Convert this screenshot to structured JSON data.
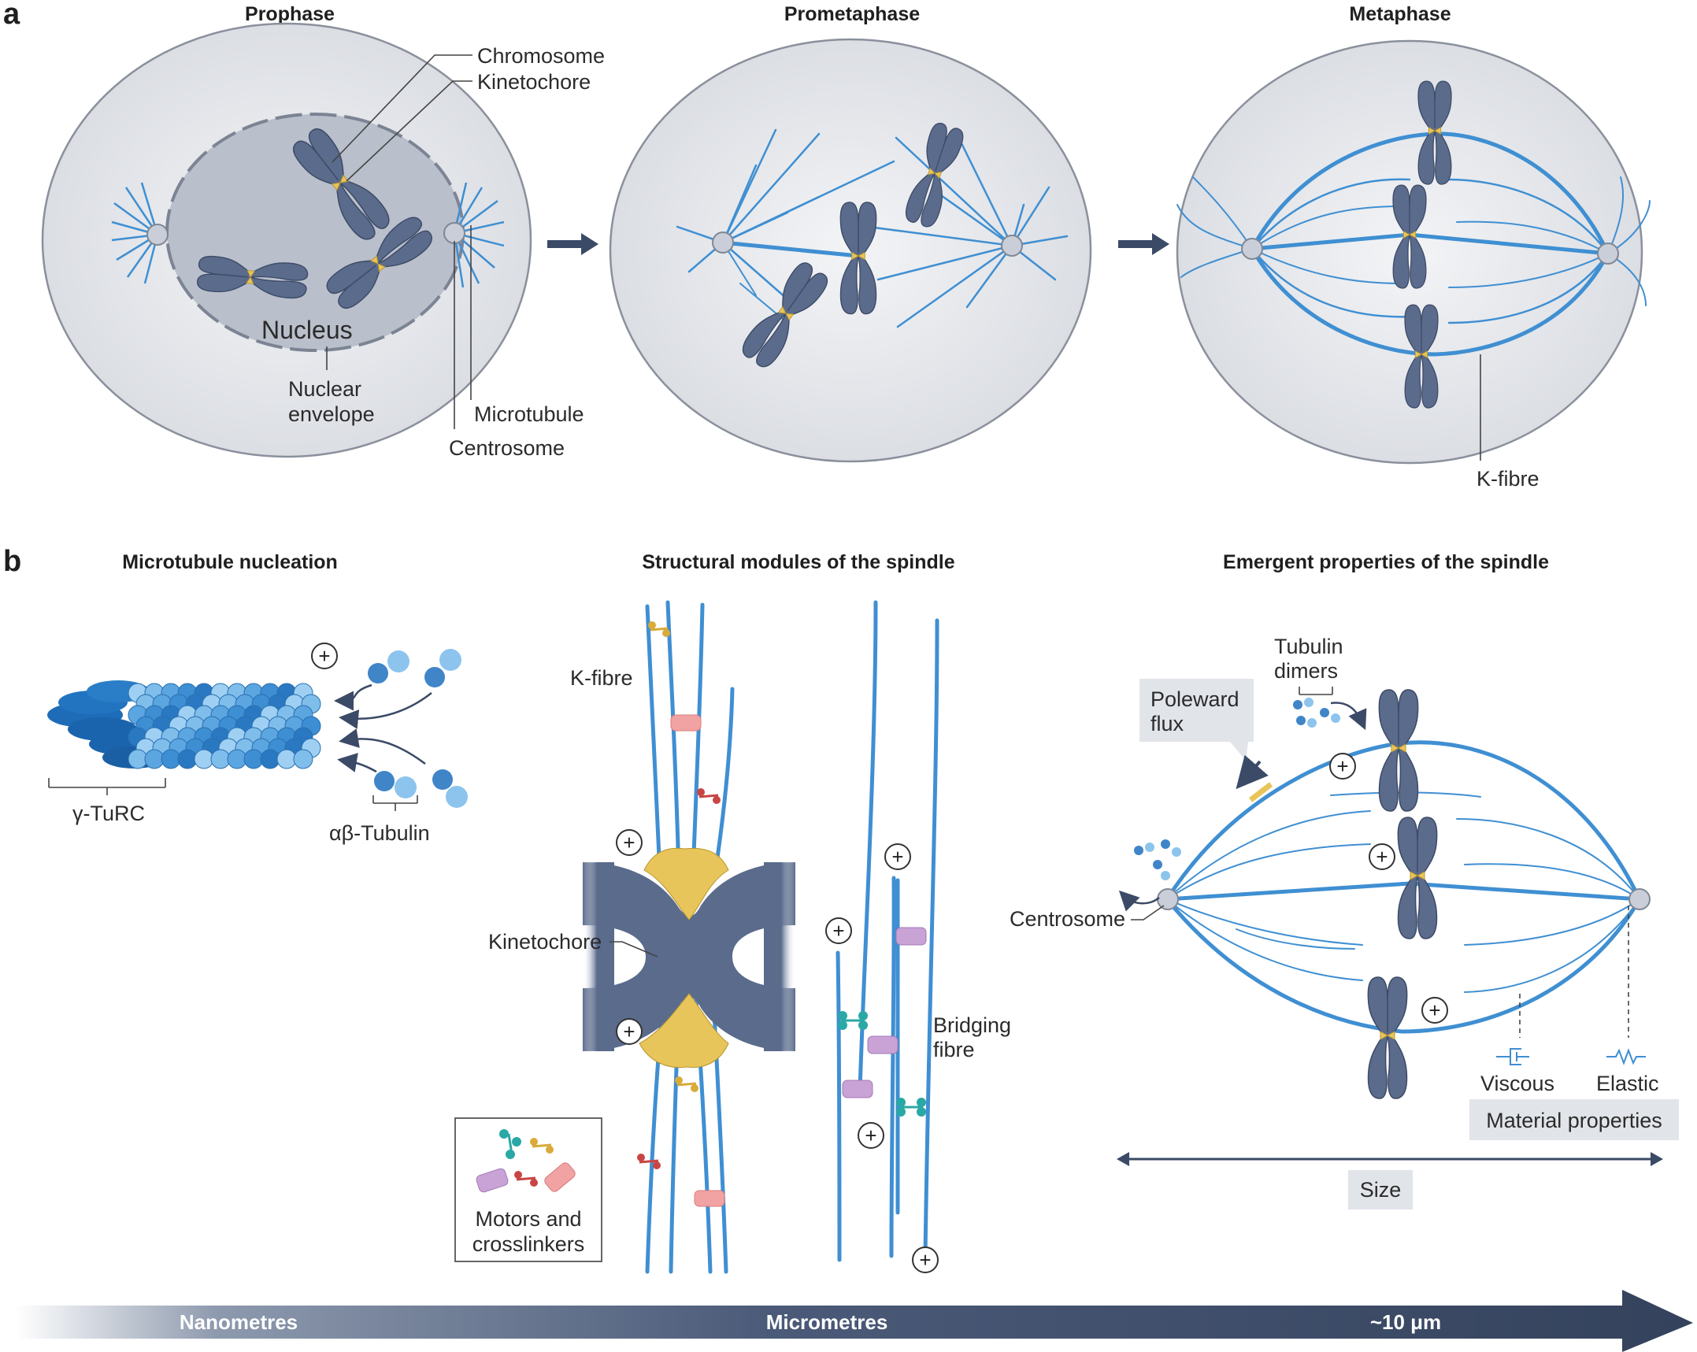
{
  "panel_a": {
    "letter": "a",
    "stages": [
      "Prophase",
      "Prometaphase",
      "Metaphase"
    ],
    "labels": {
      "chromosome": "Chromosome",
      "kinetochore": "Kinetochore",
      "nucleus": "Nucleus",
      "nuclear_envelope_1": "Nuclear",
      "nuclear_envelope_2": "envelope",
      "microtubule": "Microtubule",
      "centrosome": "Centrosome",
      "k_fibre": "K-fibre"
    }
  },
  "panel_b": {
    "letter": "b",
    "titles": [
      "Microtubule nucleation",
      "Structural modules of the spindle",
      "Emergent properties of the spindle"
    ],
    "labels": {
      "gamma_turc": "γ-TuRC",
      "ab_tubulin": "αβ-Tubulin",
      "k_fibre": "K-fibre",
      "kinetochore": "Kinetochore",
      "bridging_1": "Bridging",
      "bridging_2": "fibre",
      "motors_1": "Motors and",
      "motors_2": "crosslinkers",
      "tubulin_1": "Tubulin",
      "tubulin_2": "dimers",
      "poleward_1": "Poleward",
      "poleward_2": "flux",
      "centrosome": "Centrosome",
      "viscous": "Viscous",
      "elastic": "Elastic",
      "material": "Material properties",
      "size": "Size",
      "plus": "+"
    }
  },
  "scale_bar": {
    "labels": [
      "Nanometres",
      "Micrometres",
      "~10 μm"
    ]
  },
  "colors": {
    "microtubule": "#3f8fd2",
    "chromosome": "#5a6b8c",
    "kinetochore": "#e8c55a",
    "cell": "#e6e8ec",
    "nucleus": "#b9bfcb",
    "arrow": "#3b4a66"
  }
}
